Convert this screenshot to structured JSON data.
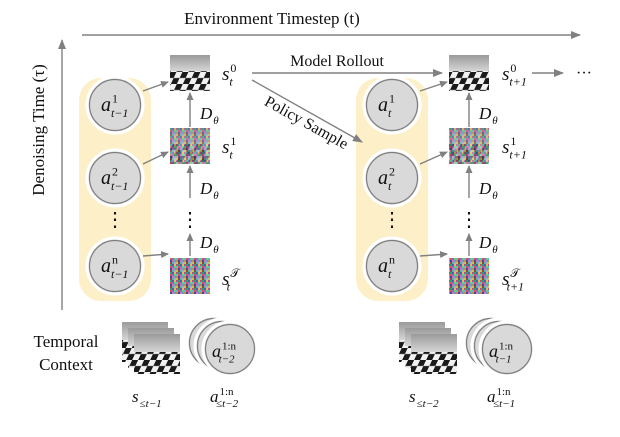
{
  "axes": {
    "time_axis_label": "Environment Timestep (t)",
    "denoise_axis_label": "Denoising Time (τ)"
  },
  "labels": {
    "model_rollout": "Model Rollout",
    "policy_sample": "Policy Sample",
    "temporal_context": [
      "Temporal",
      "Context"
    ],
    "ellipsis_right": "···",
    "vertical_dots": "⋮"
  },
  "left_panel": {
    "actions": [
      {
        "base": "a",
        "sup": "1",
        "sub": "t−1"
      },
      {
        "base": "a",
        "sup": "2",
        "sub": "t−1"
      },
      {
        "base": "a",
        "sup": "n",
        "sub": "t−1"
      }
    ],
    "states": [
      {
        "base": "s",
        "sup": "0",
        "sub": "t"
      },
      {
        "base": "s",
        "sup": "1",
        "sub": "t"
      },
      {
        "base": "s",
        "sup": "𝒯",
        "sub": "t"
      }
    ],
    "denoiser": {
      "base": "D",
      "sub": "θ"
    },
    "context_state": {
      "base": "s",
      "sub": "≤t−1"
    },
    "context_action": {
      "base": "a",
      "sup": "1:n",
      "sub": "≤t−2"
    },
    "context_circle": {
      "base": "a",
      "sup": "1:n",
      "sub": "t−2"
    }
  },
  "right_panel": {
    "actions": [
      {
        "base": "a",
        "sup": "1",
        "sub": "t"
      },
      {
        "base": "a",
        "sup": "2",
        "sub": "t"
      },
      {
        "base": "a",
        "sup": "n",
        "sub": "t"
      }
    ],
    "states": [
      {
        "base": "s",
        "sup": "0",
        "sub": "t+1"
      },
      {
        "base": "s",
        "sup": "1",
        "sub": "t+1"
      },
      {
        "base": "s",
        "sup": "𝒯",
        "sub": "t+1"
      }
    ],
    "denoiser": {
      "base": "D",
      "sub": "θ"
    },
    "context_state": {
      "base": "s",
      "sub": "≤t−2"
    },
    "context_action": {
      "base": "a",
      "sup": "1:n",
      "sub": "≤t−1"
    },
    "context_circle": {
      "base": "a",
      "sup": "1:n",
      "sub": "t−1"
    }
  },
  "colors": {
    "highlight_band": "#fdf0c8",
    "circle_fill": "#d9d9d9",
    "arrow": "#808080"
  }
}
